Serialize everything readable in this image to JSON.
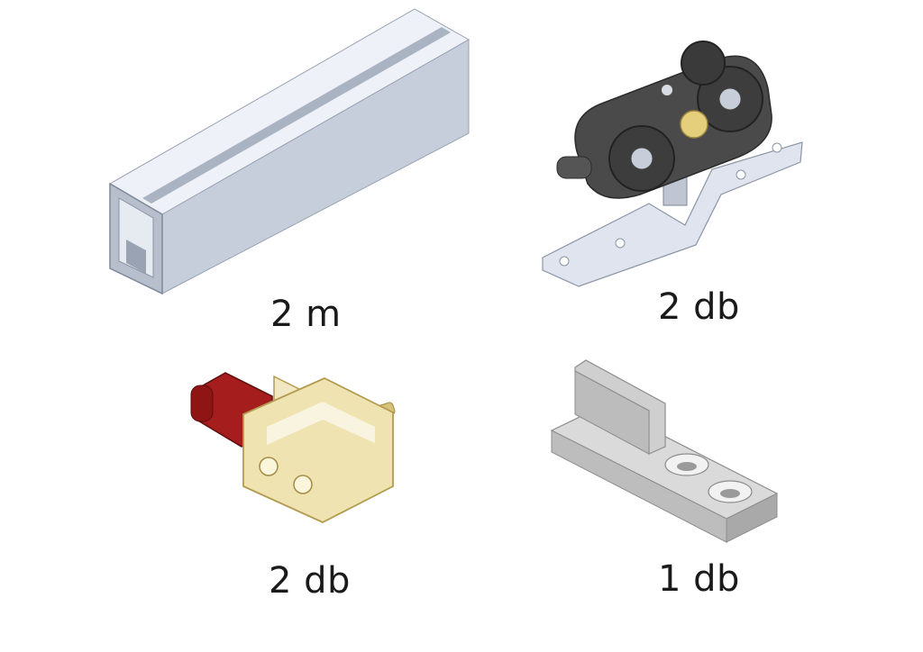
{
  "items": [
    {
      "part": "aluminium-rail",
      "quantity": "2 m"
    },
    {
      "part": "roller-trolley",
      "quantity": "2 db"
    },
    {
      "part": "end-stop-bracket",
      "quantity": "2 db"
    },
    {
      "part": "floor-guide",
      "quantity": "1 db"
    }
  ],
  "colors": {
    "rail": "#c9d0dd",
    "trolley_body": "#4a4a4a",
    "bracket_brass": "#e9dca8",
    "stopper_red": "#a51d1d",
    "guide_grey": "#cfcfcf"
  }
}
